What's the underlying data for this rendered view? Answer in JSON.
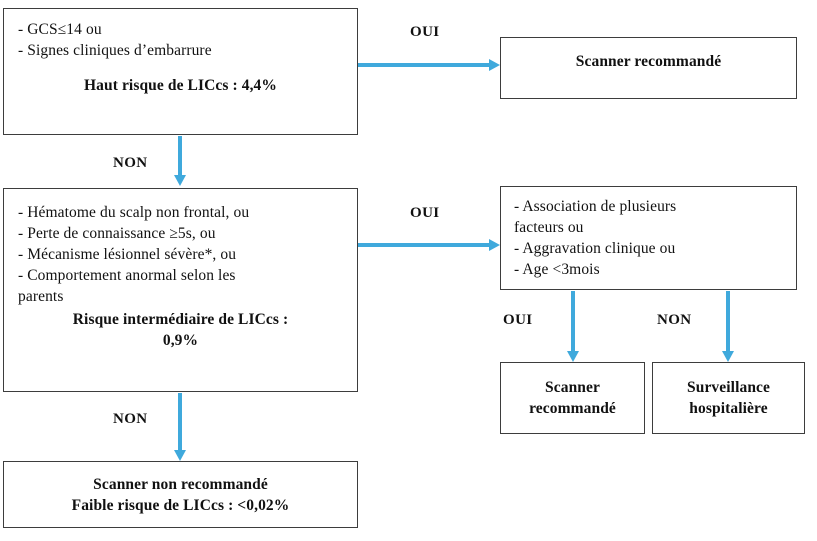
{
  "figure": {
    "type": "flowchart",
    "language": "fr",
    "accent_color": "#3fa9dc",
    "box_border_color": "#3d3d3d",
    "text_color": "#111111",
    "background": "#ffffff"
  },
  "nodes": {
    "high_risk": {
      "criteria": [
        "- GCS≤14 ou",
        "- Signes cliniques d’embarrure"
      ],
      "risk_line": "Haut risque de LICcs : 4,4%",
      "risk_value": "4,4%"
    },
    "scanner_recommande_top": {
      "label": "Scanner recommandé"
    },
    "intermediate_risk": {
      "criteria": [
        "- Hématome du scalp non frontal, ou",
        "- Perte de connaissance ≥5s, ou",
        "- Mécanisme lésionnel sévère*, ou",
        "- Comportement anormal selon les",
        "parents"
      ],
      "risk_line_1": "Risque intermédiaire de LICcs :",
      "risk_line_2": "0,9%",
      "risk_value": "0,9%"
    },
    "aggravating_factors": {
      "criteria": [
        "- Association de plusieurs",
        "facteurs ou",
        "- Aggravation clinique ou",
        "- Age <3mois"
      ]
    },
    "scanner_recommande_bottom": {
      "line_1": "Scanner",
      "line_2": "recommandé"
    },
    "surveillance": {
      "line_1": "Surveillance",
      "line_2": "hospitalière"
    },
    "low_risk": {
      "line_1": "Scanner non recommandé",
      "line_2": "Faible risque de LICcs : <0,02%",
      "risk_value": "<0,02%"
    }
  },
  "edges": {
    "high_risk_yes": "OUI",
    "high_risk_no": "NON",
    "intermediate_yes": "OUI",
    "intermediate_no": "NON",
    "factors_yes": "OUI",
    "factors_no": "NON"
  }
}
